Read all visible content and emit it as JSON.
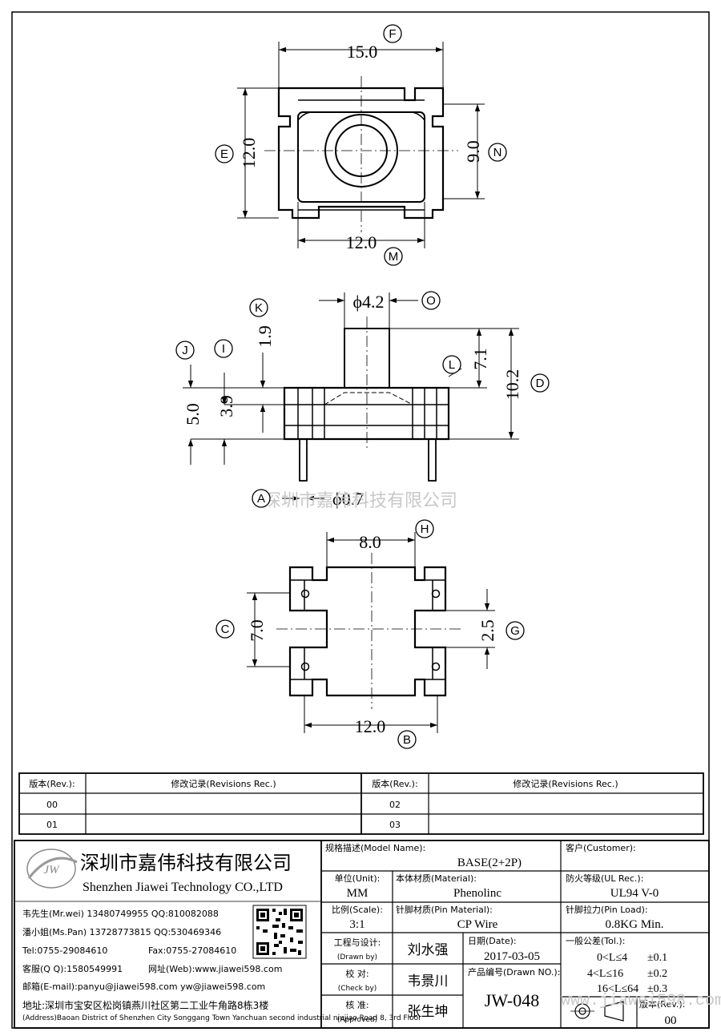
{
  "dimensions": {
    "top_width": "15.0",
    "top_height": "12.0",
    "top_inner": "9.0",
    "top_bottom": "12.0",
    "pin_dia": "ϕ4.2",
    "d_1_9": "1.9",
    "d_3_9": "3.9",
    "d_5_0": "5.0",
    "d_7_1": "7.1",
    "d_10_2": "10.2",
    "pin_wire": "ϕ0.7",
    "bot_width": "8.0",
    "bot_height": "7.0",
    "bot_gap": "2.5",
    "bot_bottom": "12.0"
  },
  "balloons": {
    "A": "A",
    "B": "B",
    "C": "C",
    "D": "D",
    "E": "E",
    "F": "F",
    "G": "G",
    "H": "H",
    "I": "I",
    "J": "J",
    "K": "K",
    "L": "L",
    "M": "M",
    "N": "N",
    "O": "O"
  },
  "watermark": {
    "company": "深圳市嘉伟科技有限公司",
    "url": "www.jiawei598.com"
  },
  "revisions": {
    "rev_header": "版本(Rev.):",
    "rec_header": "修改记录(Revisions Rec.)",
    "rows": [
      {
        "left_rev": "00",
        "right_rev": "02"
      },
      {
        "left_rev": "01",
        "right_rev": "03"
      }
    ]
  },
  "company": {
    "name_cn": "深圳市嘉伟科技有限公司",
    "name_en": "Shenzhen Jiawei Technology CO.,LTD",
    "logo_text": "JW",
    "contact1": "韦先生(Mr.wei) 13480749955 QQ:810082088",
    "contact2": "潘小姐(Ms.Pan) 13728773815 QQ:530469346",
    "tel": "Tel:0755-29084610",
    "fax": "Fax:0755-27084610",
    "qq": "客服(Q Q):1580549991",
    "web": "网址(Web):www.jiawei598.com",
    "email": "邮箱(E-mail):panyu@jiawei598.com  yw@jiawei598.com",
    "address_cn": "地址:深圳市宝安区松岗镇燕川社区第二工业牛角路8栋3楼",
    "address_en": "(Address)Baoan District of Shenzhen City Songgang Town Yanchuan  second industrial niujiao Road 8, 3rd Floor"
  },
  "title_block": {
    "model_label": "规格描述(Model Name):",
    "model_value": "BASE(2+2P)",
    "customer_label": "客户(Customer):",
    "customer_value": "",
    "unit_label": "单位(Unit):",
    "unit_value": "MM",
    "material_label": "本体材质(Material):",
    "material_value": "Phenolinc",
    "ul_label": "防火等级(UL Rec.):",
    "ul_value": "UL94 V-0",
    "scale_label": "比例(Scale):",
    "scale_value": "3:1",
    "pin_material_label": "针脚材质(Pin Material):",
    "pin_material_value": "CP Wire",
    "pin_load_label": "针脚拉力(Pin Load):",
    "pin_load_value": "0.8KG Min.",
    "drawn_label": "工程与设计:",
    "drawn_label_en": "(Drawn by)",
    "drawn_value": "刘水强",
    "date_label": "日期(Date):",
    "date_value": "2017-03-05",
    "check_label": "校  对:",
    "check_label_en": "(Check by)",
    "check_value": "韦景川",
    "drawn_no_label": "产品编号(Drawn NO.):",
    "drawn_no_value": "JW-048",
    "approved_label": "核  准:",
    "approved_label_en": "(Approved)",
    "approved_value": "张生坤",
    "tol_label": "一般公差(Tol.):",
    "tol_rows": [
      {
        "range": "0<L≤4",
        "value": "±0.1"
      },
      {
        "range": "4<L≤16",
        "value": "±0.2"
      },
      {
        "range": "16<L≤64",
        "value": "±0.3"
      }
    ],
    "rev_label": "版本(Rev.):",
    "rev_value": "00"
  }
}
